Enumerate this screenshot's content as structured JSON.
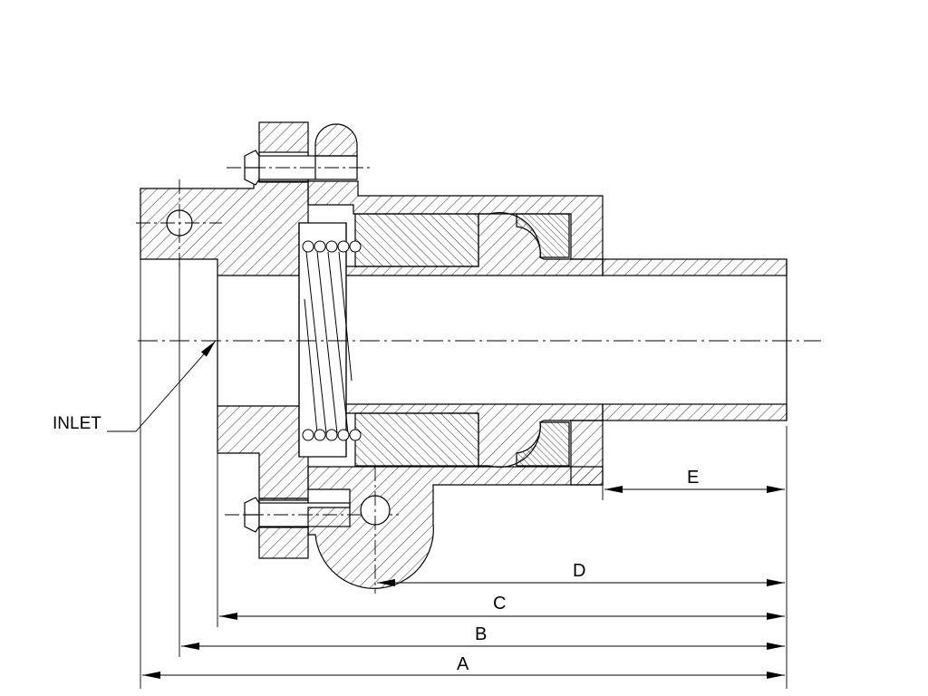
{
  "drawing": {
    "callout": "INLET",
    "dimensions": {
      "a": "A",
      "b": "B",
      "c": "C",
      "d": "D",
      "e": "E"
    },
    "colors": {
      "line": "#000000",
      "background": "#ffffff"
    }
  }
}
